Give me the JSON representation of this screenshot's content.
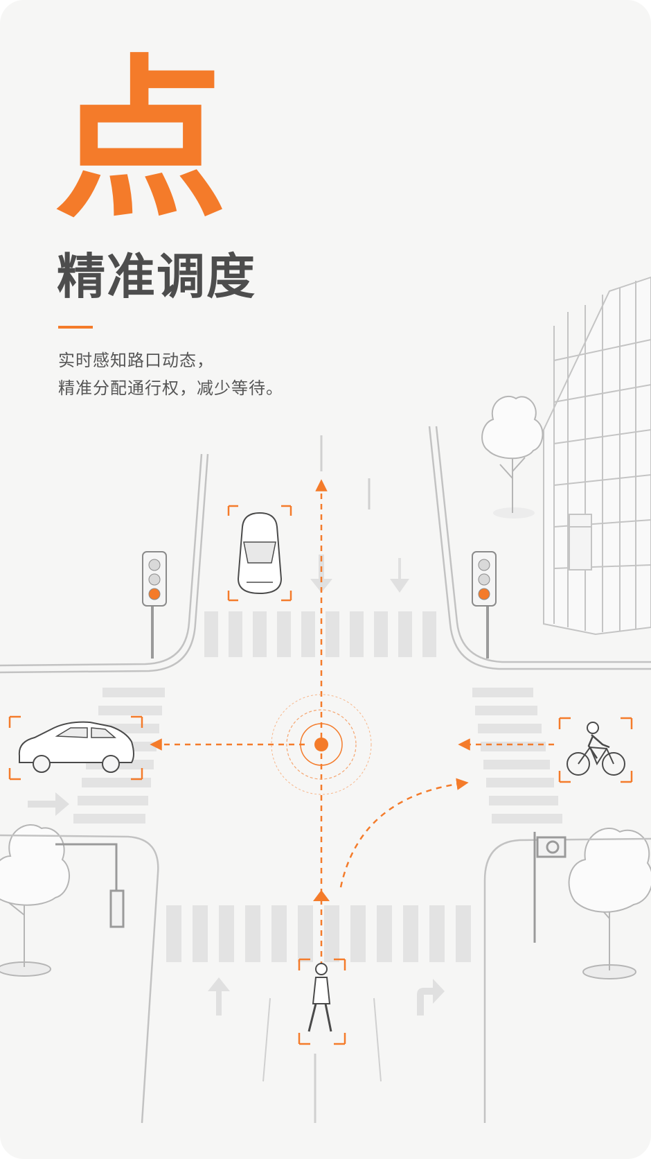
{
  "colors": {
    "accent": "#f47b2a",
    "title": "#4d4d4d",
    "body_text": "#555555",
    "background": "#f6f6f5",
    "line_art": "#b8b8b8"
  },
  "hero_char": "点",
  "title": "精准调度",
  "description": {
    "line1": "实时感知路口动态，",
    "line2": "精准分配通行权，减少等待。"
  },
  "icons": {
    "hub": "signal-hub-icon",
    "car_top": "car-topview-icon",
    "car_side": "car-sideview-icon",
    "cyclist": "cyclist-icon",
    "pedestrian": "pedestrian-icon",
    "traffic_light": "traffic-light-icon"
  }
}
